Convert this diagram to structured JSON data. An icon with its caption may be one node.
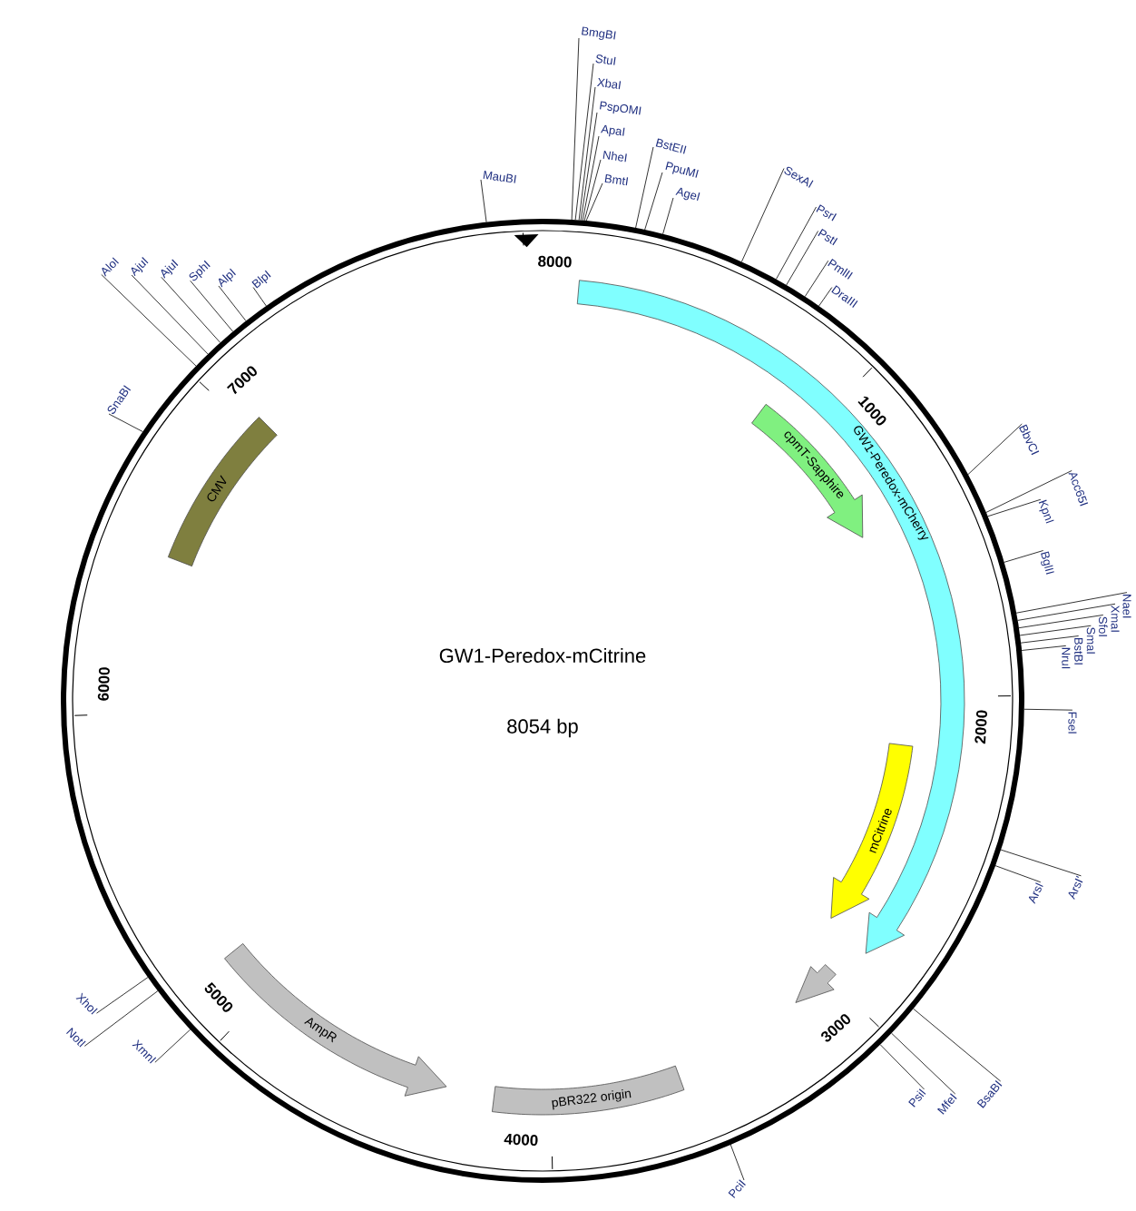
{
  "diagram": {
    "title": "GW1-Peredox-mCitrine",
    "nodes": [
      {
        "text": [
          "CMV"
        ]
      },
      {
        "text": [
          "GW1-Peredox-mCherry"
        ]
      },
      {
        "text": [
          "cpmT-Sapphire"
        ]
      },
      {
        "text": [
          "mCitrine"
        ]
      },
      {
        "text": [],
        "shape": "arrow"
      },
      {
        "text": [
          "AmpR"
        ]
      },
      {
        "text": [
          "pBR322 origin"
        ]
      },
      {
        "text": [
          "MauBI"
        ]
      },
      {
        "text": [
          "BmgBI"
        ]
      },
      {
        "text": [
          "StuI"
        ]
      },
      {
        "text": [
          "XbaI"
        ]
      },
      {
        "text": [
          "PspOMI"
        ]
      },
      {
        "text": [
          "ApaI"
        ]
      },
      {
        "text": [
          "NheI"
        ]
      },
      {
        "text": [
          "BmtI"
        ]
      },
      {
        "text": [
          "BstEII"
        ]
      },
      {
        "text": [
          "PpuMI"
        ]
      },
      {
        "text": [
          "AgeI"
        ]
      },
      {
        "text": [
          "SexAI"
        ]
      },
      {
        "text": [
          "PsrI"
        ]
      },
      {
        "text": [
          "PstI"
        ]
      },
      {
        "text": [
          "PmlII"
        ]
      },
      {
        "text": [
          "DraIII"
        ]
      },
      {
        "text": [
          "BbvCI"
        ]
      },
      {
        "text": [
          "Acc65I"
        ]
      },
      {
        "text": [
          "KpnI"
        ]
      },
      {
        "text": [
          "BglII"
        ]
      },
      {
        "text": [
          "NaeI"
        ]
      },
      {
        "text": [
          "XmaI"
        ]
      },
      {
        "text": [
          "SfoI"
        ]
      },
      {
        "text": [
          "SmaI"
        ]
      },
      {
        "text": [
          "BstBI"
        ]
      },
      {
        "text": [
          "NruI"
        ]
      },
      {
        "text": [
          "FseI"
        ]
      },
      {
        "text": [
          "ArsI'"
        ]
      },
      {
        "text": [
          "ArsI"
        ]
      },
      {
        "text": [
          "BsaBI"
        ]
      },
      {
        "text": [
          "MfeI"
        ]
      },
      {
        "text": [
          "PsiI"
        ]
      },
      {
        "text": [
          "PciI"
        ]
      },
      {
        "text": [
          "XmnI"
        ]
      },
      {
        "text": [
          "NotI"
        ]
      },
      {
        "text": [
          "XhoI"
        ]
      },
      {
        "text": [
          "SnaBI"
        ]
      },
      {
        "text": [
          "AloI"
        ]
      },
      {
        "text": [
          "AjuI"
        ]
      },
      {
        "text": [
          "AjuI"
        ]
      },
      {
        "text": [
          "SphI"
        ]
      },
      {
        "text": [
          "AlpI"
        ]
      },
      {
        "text": [
          "BlpI"
        ]
      }
    ],
    "edges": [
      {
        "from": 7,
        "to": null,
        "arrow": "none"
      },
      {
        "from": 8,
        "to": null,
        "arrow": "none"
      },
      {
        "from": 9,
        "to": null,
        "arrow": "none"
      },
      {
        "from": 10,
        "to": null,
        "arrow": "none"
      },
      {
        "from": 11,
        "to": null,
        "arrow": "none"
      },
      {
        "from": 12,
        "to": null,
        "arrow": "none"
      },
      {
        "from": 13,
        "to": null,
        "arrow": "none"
      },
      {
        "from": 14,
        "to": null,
        "arrow": "none"
      },
      {
        "from": 15,
        "to": null,
        "arrow": "none"
      },
      {
        "from": 16,
        "to": null,
        "arrow": "none"
      },
      {
        "from": 17,
        "to": null,
        "arrow": "none"
      },
      {
        "from": 18,
        "to": null,
        "arrow": "none"
      },
      {
        "from": 19,
        "to": null,
        "arrow": "none"
      },
      {
        "from": 20,
        "to": null,
        "arrow": "none"
      },
      {
        "from": 21,
        "to": null,
        "arrow": "none"
      },
      {
        "from": 22,
        "to": null,
        "arrow": "none"
      },
      {
        "from": 23,
        "to": null,
        "arrow": "none"
      },
      {
        "from": 24,
        "to": null,
        "arrow": "none"
      },
      {
        "from": 25,
        "to": null,
        "arrow": "none"
      },
      {
        "from": 26,
        "to": null,
        "arrow": "none"
      },
      {
        "from": 27,
        "to": null,
        "arrow": "none"
      },
      {
        "from": 28,
        "to": null,
        "arrow": "none"
      },
      {
        "from": 29,
        "to": null,
        "arrow": "none"
      },
      {
        "from": 30,
        "to": null,
        "arrow": "none"
      },
      {
        "from": 31,
        "to": null,
        "arrow": "none"
      },
      {
        "from": 32,
        "to": null,
        "arrow": "none"
      },
      {
        "from": 33,
        "to": null,
        "arrow": "none"
      },
      {
        "from": 34,
        "to": null,
        "arrow": "none"
      },
      {
        "from": 35,
        "to": null,
        "arrow": "none"
      },
      {
        "from": 36,
        "to": null,
        "arrow": "none"
      },
      {
        "from": 37,
        "to": null,
        "arrow": "none"
      },
      {
        "from": 38,
        "to": null,
        "arrow": "none"
      },
      {
        "from": 39,
        "to": null,
        "arrow": "none"
      },
      {
        "from": 40,
        "to": null,
        "arrow": "none"
      },
      {
        "from": 41,
        "to": null,
        "arrow": "none"
      },
      {
        "from": 42,
        "to": null,
        "arrow": "none"
      },
      {
        "from": 43,
        "to": null,
        "arrow": "none"
      },
      {
        "from": 44,
        "to": null,
        "arrow": "none"
      },
      {
        "from": 45,
        "to": null,
        "arrow": "none"
      },
      {
        "from": 46,
        "to": null,
        "arrow": "none"
      },
      {
        "from": 47,
        "to": null,
        "arrow": "none"
      },
      {
        "from": 48,
        "to": null,
        "arrow": "none"
      },
      {
        "from": 49,
        "to": null,
        "arrow": "none"
      }
    ],
    "labels": [
      "8054 bp",
      "8000",
      "1000",
      "2000",
      "3000",
      "4000",
      "5000",
      "6000",
      "7000"
    ]
  }
}
